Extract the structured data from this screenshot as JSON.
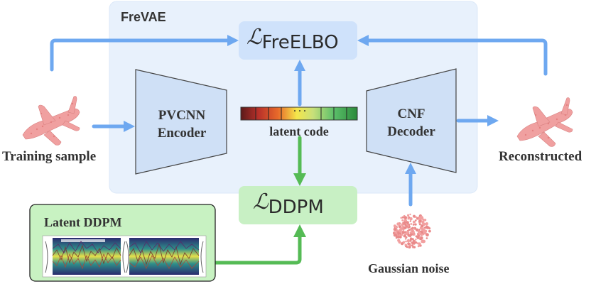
{
  "panel": {
    "title": "FreVAE"
  },
  "losses": {
    "freelbo": {
      "symbol": "ℒ",
      "subscript": "FreELBO"
    },
    "ddpm": {
      "symbol": "ℒ",
      "subscript": "DDPM"
    }
  },
  "encoder": {
    "line1": "PVCNN",
    "line2": "Encoder"
  },
  "decoder": {
    "line1": "CNF",
    "line2": "Decoder"
  },
  "latent": {
    "label": "latent code",
    "dots": "· · ·"
  },
  "inputs": {
    "training": "Training sample",
    "reconstructed": "Reconstructed",
    "noise": "Gaussian noise"
  },
  "ddpm_box": {
    "title": "Latent DDPM"
  },
  "colors": {
    "panel_bg": "#e8f1fc",
    "loss_bg": "#cfe2fb",
    "loss_ddpm_bg": "#c8f0c4",
    "trapezoid_fill": "#cfe0f6",
    "blue_arrow": "#6ea8f0",
    "green_arrow": "#55bb55",
    "ddpm_box_bg": "#c8f2c2",
    "point_cloud": "#f0a0a0"
  },
  "icons": [
    "airplane-point-cloud",
    "gaussian-noise-cloud",
    "latent-trajectory-plot"
  ]
}
